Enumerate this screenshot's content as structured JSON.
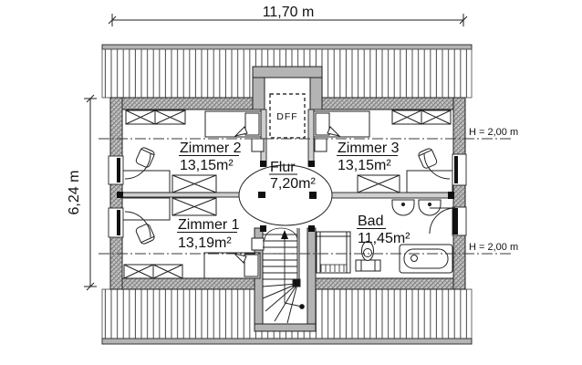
{
  "dimensions": {
    "width": "11,70 m",
    "depth": "6,24 m"
  },
  "rooms": {
    "zimmer2": {
      "name": "Zimmer 2",
      "area": "13,15m²"
    },
    "zimmer3": {
      "name": "Zimmer 3",
      "area": "13,15m²"
    },
    "zimmer1": {
      "name": "Zimmer 1",
      "area": "13,19m²"
    },
    "flur": {
      "name": "Flur",
      "area": "7,20m²"
    },
    "bad": {
      "name": "Bad",
      "area": "11,45m²"
    }
  },
  "annotations": {
    "roof_window": "DFF",
    "height_upper": "H = 2,00 m",
    "height_lower": "H = 2,00 m"
  },
  "colors": {
    "wall_gray": "#b4b4b4",
    "hatch_gray": "#a0a0a0",
    "line": "#1c1c1c"
  }
}
